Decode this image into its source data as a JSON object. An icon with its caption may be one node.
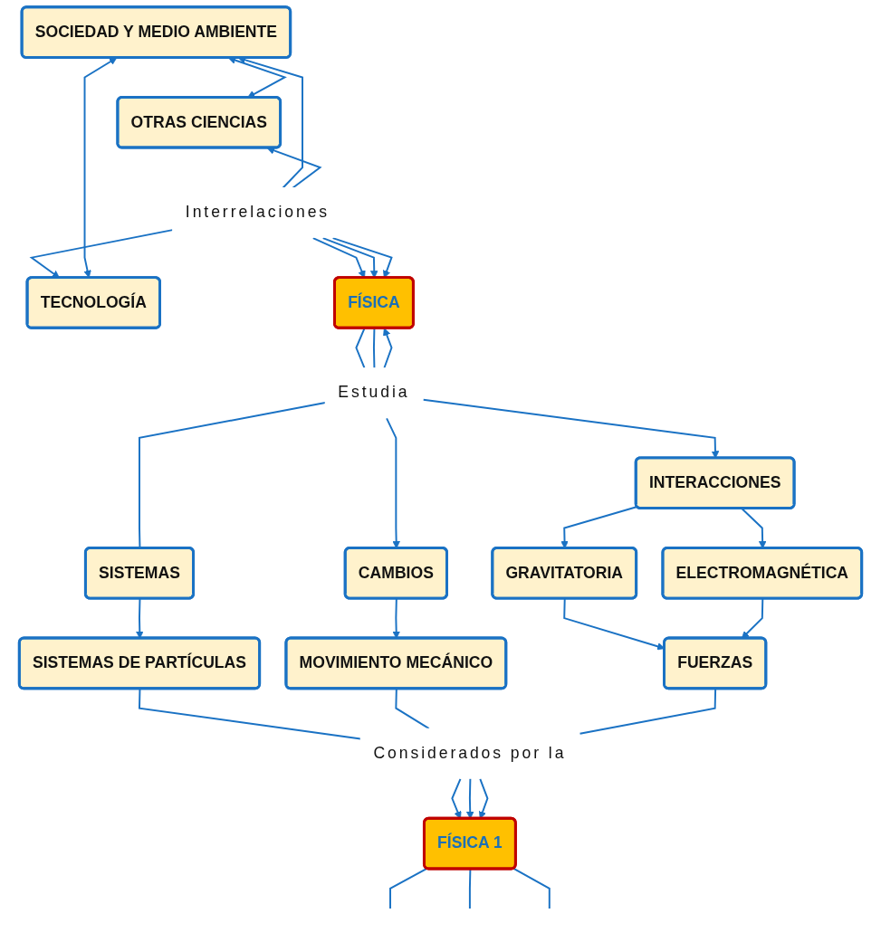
{
  "diagram": {
    "nodes": [
      {
        "text": [
          "SOCIEDAD Y MEDIO AMBIENTE"
        ]
      },
      {
        "text": [
          "OTRAS CIENCIAS"
        ]
      },
      {
        "text": [
          "TECNOLOGÍA"
        ]
      },
      {
        "text": [
          "Interrelaciones"
        ]
      },
      {
        "text": [
          "FÍSICA"
        ]
      },
      {
        "text": [
          "Estudia"
        ]
      },
      {
        "text": [
          "SISTEMAS"
        ]
      },
      {
        "text": [
          "CAMBIOS"
        ]
      },
      {
        "text": [
          "INTERACCIONES"
        ]
      },
      {
        "text": [
          "GRAVITATORIA"
        ]
      },
      {
        "text": [
          "ELECTROMAGNÉTICA"
        ]
      },
      {
        "text": [
          "SISTEMAS DE PARTÍCULAS"
        ]
      },
      {
        "text": [
          "MOVIMIENTO MECÁNICO"
        ]
      },
      {
        "text": [
          "FUERZAS"
        ]
      },
      {
        "text": [
          "Considerados por la"
        ]
      },
      {
        "text": [
          "FÍSICA 1"
        ]
      }
    ],
    "edges": [
      {
        "from": 1,
        "to": 0,
        "arrow": "both"
      },
      {
        "from": 2,
        "to": 0,
        "arrow": "both"
      },
      {
        "from": 3,
        "to": 0,
        "arrow": "to"
      },
      {
        "from": 3,
        "to": 1,
        "arrow": "to"
      },
      {
        "from": 3,
        "to": 2,
        "arrow": "to"
      },
      {
        "from": 3,
        "to": 4,
        "arrow": "to"
      },
      {
        "from": 3,
        "to": 4,
        "arrow": "to"
      },
      {
        "from": 3,
        "to": 4,
        "arrow": "to"
      },
      {
        "from": 5,
        "to": 4,
        "arrow": "to"
      },
      {
        "from": 4,
        "to": 5,
        "arrow": "none"
      },
      {
        "from": 4,
        "to": 5,
        "arrow": "none"
      },
      {
        "from": 5,
        "to": 6,
        "arrow": "none"
      },
      {
        "from": 5,
        "to": 7,
        "arrow": "to"
      },
      {
        "from": 5,
        "to": 8,
        "arrow": "to"
      },
      {
        "from": 8,
        "to": 9,
        "arrow": "to"
      },
      {
        "from": 8,
        "to": 10,
        "arrow": "to"
      },
      {
        "from": 6,
        "to": 11,
        "arrow": "to"
      },
      {
        "from": 7,
        "to": 12,
        "arrow": "to"
      },
      {
        "from": 9,
        "to": 13,
        "arrow": "to"
      },
      {
        "from": 10,
        "to": 13,
        "arrow": "to"
      },
      {
        "from": 11,
        "to": 14,
        "arrow": "none"
      },
      {
        "from": 12,
        "to": 14,
        "arrow": "none"
      },
      {
        "from": 13,
        "to": 14,
        "arrow": "none"
      },
      {
        "from": 14,
        "to": 15,
        "arrow": "to"
      },
      {
        "from": 14,
        "to": 15,
        "arrow": "to"
      },
      {
        "from": 14,
        "to": 15,
        "arrow": "to"
      },
      {
        "from": 15,
        "to": null,
        "arrow": "none"
      },
      {
        "from": 15,
        "to": null,
        "arrow": "none"
      },
      {
        "from": 15,
        "to": null,
        "arrow": "none"
      }
    ]
  }
}
